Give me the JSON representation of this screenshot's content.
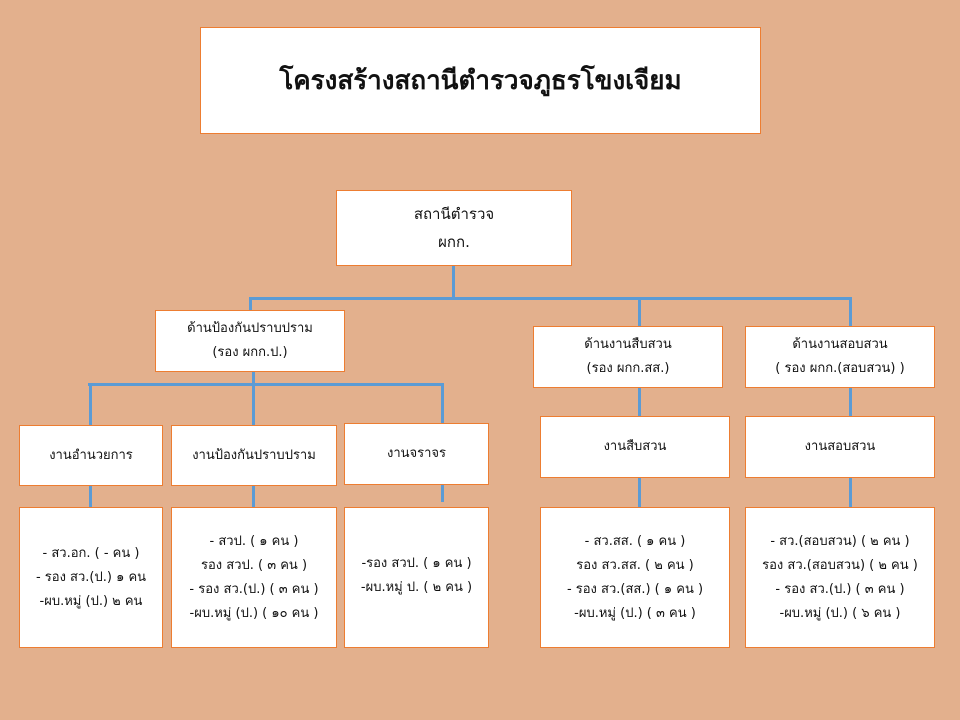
{
  "title": "โครงสร้างสถานีตำรวจภูธรโขงเจียม",
  "root": {
    "line1": "สถานีตำรวจ",
    "line2": "ผกก."
  },
  "divisions": [
    {
      "line1": "ด้านป้องกันปราบปราม",
      "line2": "(รอง ผกก.ป.)"
    },
    {
      "line1": "ด้านงานสืบสวน",
      "line2": "(รอง ผกก.สส.)"
    },
    {
      "line1": "ด้านงานสอบสวน",
      "line2": "( รอง ผกก.(สอบสวน) )"
    }
  ],
  "units": [
    {
      "name": "งานอำนวยการ",
      "staff": [
        "- สว.อก. ( - คน )",
        "- รอง สว.(ป.) ๑ คน",
        "-ผบ.หมู่ (ป.)  ๒ คน"
      ]
    },
    {
      "name": "งานป้องกันปราบปราม",
      "staff": [
        "- สวป. ( ๑ คน )",
        "รอง สวป. (  ๓ คน )",
        "- รอง สว.(ป.) ( ๓ คน )",
        "-ผบ.หมู่ (ป.)  ( ๑๐ คน )"
      ]
    },
    {
      "name": "งานจราจร",
      "staff": [
        "-รอง สวป. (  ๑ คน )",
        "-ผบ.หมู่ ป.  ( ๒ คน )"
      ]
    },
    {
      "name": "งานสืบสวน",
      "staff": [
        "- สว.สส. ( ๑ คน )",
        "รอง สว.สส. (  ๒  คน )",
        "- รอง สว.(สส.) ( ๑ คน )",
        "-ผบ.หมู่ (ป.)  (  ๓  คน )"
      ]
    },
    {
      "name": "งานสอบสวน",
      "staff": [
        "- สว.(สอบสวน) ( ๒ คน )",
        "รอง สว.(สอบสวน) ( ๒  คน )",
        "- รอง สว.(ป.) ( ๓ คน )",
        "-ผบ.หมู่ (ป.)  ( ๖ คน )"
      ]
    }
  ]
}
